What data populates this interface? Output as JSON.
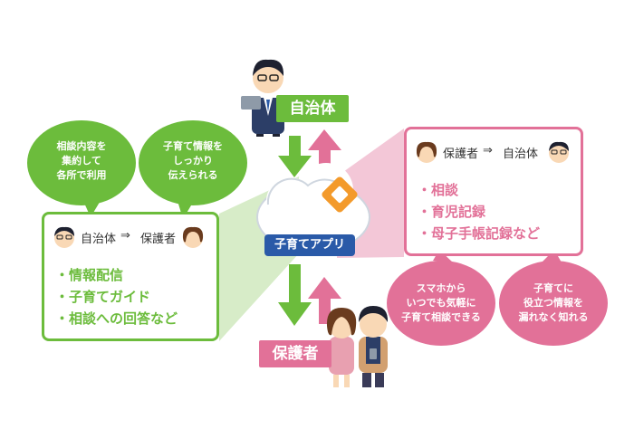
{
  "nodes": {
    "government": "自治体",
    "app": "子育てアプリ",
    "guardian": "保護者"
  },
  "left_panel": {
    "header_from": "自治体",
    "arrow": "⇒",
    "header_to": "保護者",
    "items": [
      "・情報配信",
      "・子育てガイド",
      "・相談への回答など"
    ]
  },
  "right_panel": {
    "header_from": "保護者",
    "arrow": "⇒",
    "header_to": "自治体",
    "items": [
      "・相談",
      "・育児記録",
      "・母子手帳記録など"
    ]
  },
  "green_bubbles": [
    {
      "lines": [
        "相談内容を",
        "集約して",
        "各所で利用"
      ]
    },
    {
      "lines": [
        "子育て情報を",
        "しっかり",
        "伝えられる"
      ]
    }
  ],
  "pink_bubbles": [
    {
      "lines": [
        "スマホから",
        "いつでも気軽に",
        "子育て相談できる"
      ]
    },
    {
      "lines": [
        "子育てに",
        "役立つ情報を",
        "漏れなく知れる"
      ]
    }
  ],
  "colors": {
    "green": "#6cbc3c",
    "pink": "#e27198",
    "green_band": "#d7ecc8",
    "pink_band": "#f3c7d7",
    "app_blue": "#2a5aa8"
  }
}
